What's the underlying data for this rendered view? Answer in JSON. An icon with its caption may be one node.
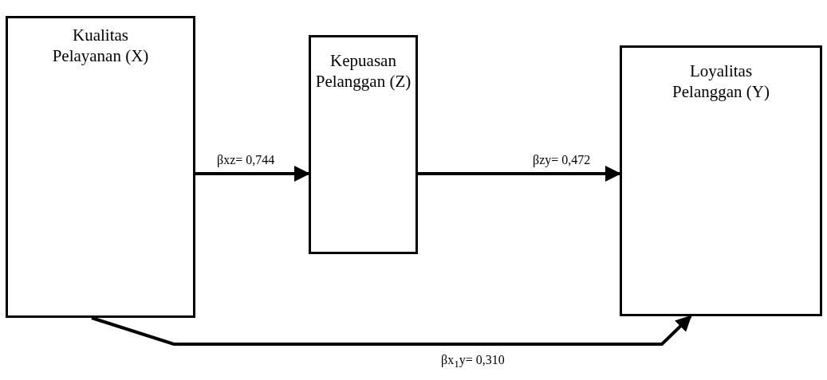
{
  "diagram": {
    "nodes": [
      {
        "text": [
          "Kualitas Pelayanan (X)"
        ]
      },
      {
        "text": [
          "Kepuasan Pelanggan (Z)"
        ]
      },
      {
        "text": [
          "Loyalitas Pelanggan (Y)"
        ]
      }
    ],
    "edges": [
      {
        "from": 0,
        "to": 1,
        "arrow": "to",
        "label": "βxz= 0,744"
      },
      {
        "from": 1,
        "to": 2,
        "arrow": "to",
        "label": "βzy= 0,472"
      },
      {
        "from": 0,
        "to": 2,
        "arrow": "to",
        "label": "βx$_{1}$y= 0,310"
      }
    ]
  }
}
